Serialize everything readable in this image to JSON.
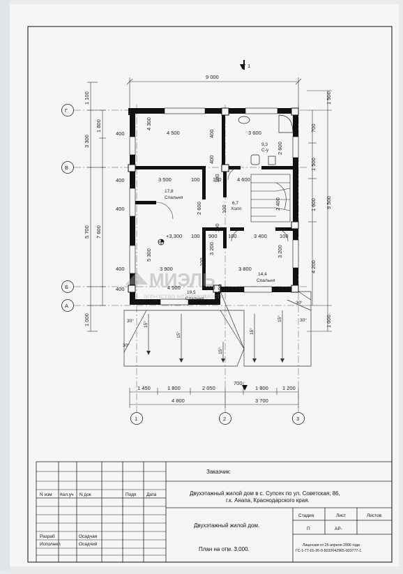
{
  "plan": {
    "section_mark": "1",
    "axes": {
      "rows": [
        "Г",
        "В",
        "Б",
        "А"
      ],
      "cols": [
        "1",
        "2",
        "3"
      ]
    },
    "top_dims": {
      "overall": "9 000"
    },
    "left_dims": {
      "outer": [
        "1 100",
        "3 300",
        "5 700",
        "1 000"
      ],
      "mid": [
        "1 800",
        "7 600"
      ],
      "walls": [
        "400",
        "400",
        "400",
        "400",
        "400"
      ]
    },
    "right_dims": {
      "outer": [
        "1 500",
        "9 500",
        "1 000"
      ],
      "inner": [
        "700",
        "1 500",
        "1 600",
        "4 200"
      ]
    },
    "bottom_dims": {
      "chain": [
        "1 450",
        "1 800",
        "2 050",
        "700",
        "1 800",
        "1 200"
      ],
      "overall": [
        "4 800",
        "3 700"
      ]
    },
    "interior_dims": {
      "top_row": [
        "4 500",
        "3 600"
      ],
      "second_row": [
        "3 500",
        "100",
        "100",
        "4 600"
      ],
      "third_row": [
        "100",
        "900",
        "100",
        "3 400",
        "100"
      ],
      "fourth_row": [
        "3 900",
        "3 800"
      ],
      "fifth_row": [
        "4 500",
        "100"
      ],
      "vertical": [
        "4 300",
        "5 300",
        "2 600",
        "3 200",
        "3 200",
        "2 600",
        "400",
        "400",
        "100",
        "100",
        "2 400",
        "100",
        "100",
        "100"
      ]
    },
    "rooms": [
      {
        "area": "17,8",
        "name": "Спальня"
      },
      {
        "area": "6,7",
        "name": "Холл"
      },
      {
        "area": "9,3",
        "name": "С-у"
      },
      {
        "area": "14,4",
        "name": "Спальня"
      },
      {
        "area": "19,5",
        "name": "Спальня"
      }
    ],
    "level_mark": "+3,300",
    "roof": {
      "slopes": [
        "15°",
        "15°",
        "15°",
        "15°",
        "15°"
      ],
      "angles": [
        "30°",
        "30°",
        "30°",
        "30°"
      ]
    },
    "watermark": {
      "brand": "МИЭЛЬ",
      "tagline": "агентство недвижимости"
    }
  },
  "title_block": {
    "customer_label": "Заказчик:",
    "project_title_line1": "Двухэтажный жилой дом в с. Супсех по ул. Советская, 86,",
    "project_title_line2": "г.к. Анапа, Краснодарского края.",
    "columns": [
      "N изм",
      "Кол.уч",
      "N док",
      "Подп",
      "Дата"
    ],
    "signatures": [
      {
        "role": "Разраб",
        "name": "Осадчая"
      },
      {
        "role": "Исполнил",
        "name": "Осадчий"
      }
    ],
    "object": "Двухэтажный жилой дом.",
    "sheet_name": "План на отм. 3,000.",
    "stage_headers": [
      "Стадия",
      "Лист",
      "Листов"
    ],
    "stage_values": [
      "П",
      "АР-",
      ""
    ],
    "license_line1": "Лицензия от 25 апреля 2006 года",
    "license_line2": "ГС-1-77-01-26-0-5032042965-033777-1"
  }
}
